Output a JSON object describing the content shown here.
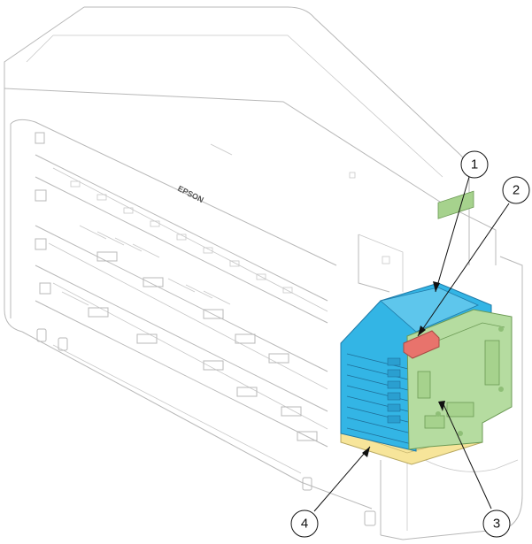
{
  "logo": {
    "text": "EPSON"
  },
  "callouts": [
    {
      "id": "1",
      "label": "1"
    },
    {
      "id": "2",
      "label": "2"
    },
    {
      "id": "3",
      "label": "3"
    },
    {
      "id": "4",
      "label": "4"
    }
  ],
  "colors": {
    "part_1": "#33b5e5",
    "part_2": "#e8736c",
    "part_3": "#b5dca0",
    "part_4": "#f7e59a",
    "outline": "#b8b8b8"
  }
}
